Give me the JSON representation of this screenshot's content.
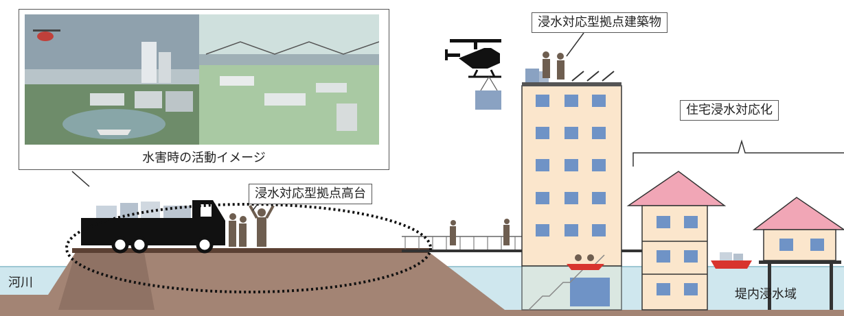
{
  "inset": {
    "caption": "水害時の活動イメージ",
    "photos": [
      "flood-response-sketch-helicopter-trucks",
      "flood-response-sketch-tents-field"
    ]
  },
  "labels": {
    "building": "浸水対応型拠点建築物",
    "housing": "住宅浸水対応化",
    "platform": "浸水対応型拠点高台",
    "river": "河川",
    "inland_flood_area": "堤内浸水域"
  },
  "colors": {
    "water": "#cfe7ee",
    "ground": "#a38474",
    "deck": "#5b4033",
    "building_wall": "#fbe6cc",
    "window": "#6f93c6",
    "roof": "#f1a6b6",
    "boat": "#d8342e"
  },
  "icons": [
    "helicopter-icon",
    "truck-icon",
    "boat-icon",
    "person-icon",
    "cargo-icon"
  ]
}
